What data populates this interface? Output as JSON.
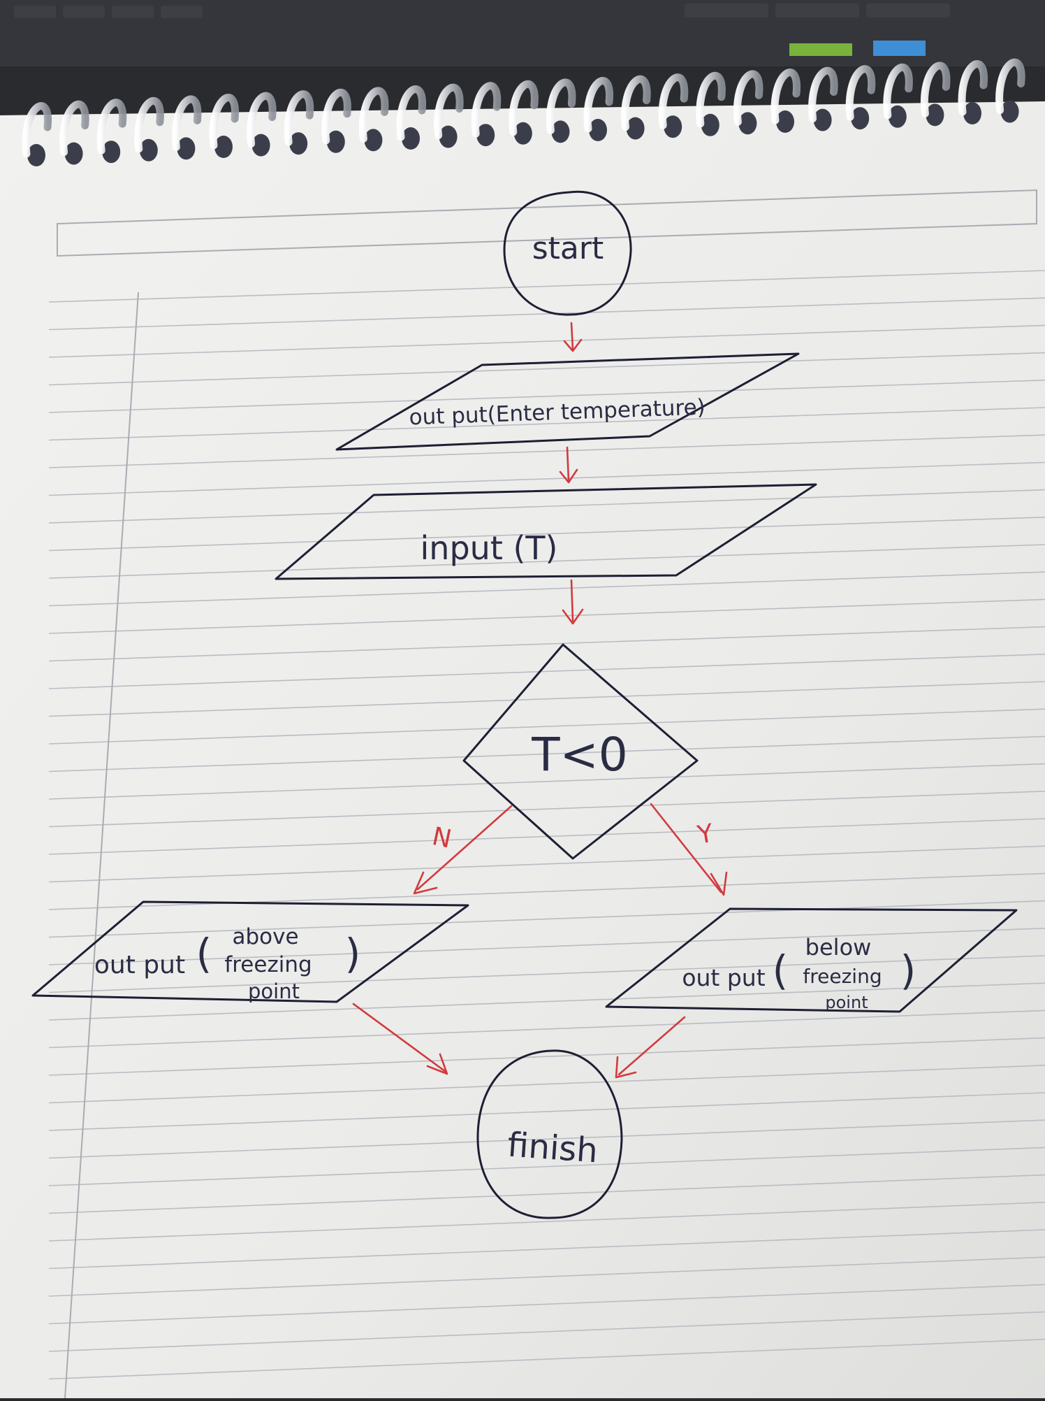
{
  "flowchart": {
    "start": "start",
    "prompt_output": "out put(Enter temperature)",
    "input": "input (T)",
    "decision": "T<0",
    "branch_no": "N",
    "branch_yes": "Y",
    "output_above": {
      "prefix": "out put",
      "line1": "above",
      "line2": "freezing",
      "line3": "point"
    },
    "output_below": {
      "prefix": "out put",
      "line1": "below",
      "line2": "freezing",
      "line3": "point"
    },
    "finish": "finish"
  },
  "colors": {
    "ink": "#1d1f33",
    "arrows": "#d23a3e",
    "paper": "#eeeeec",
    "rules": "#b9bcc2",
    "background": "#2a2b2e"
  }
}
